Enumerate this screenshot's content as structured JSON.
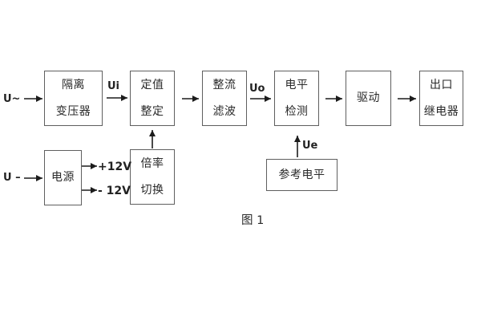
{
  "figure": {
    "caption": "图 1",
    "inputs": {
      "ac_label": "U~",
      "dc_label": "U –"
    },
    "signal_labels": {
      "ui": "Ui",
      "uo": "Uo",
      "ue": "Ue"
    },
    "power_rails": {
      "positive": "+12V",
      "negative": "- 12V"
    },
    "blocks": {
      "isolation_transformer": "隔离\n变压器",
      "value_setting": "定值\n整定",
      "rectifier_filter": "整流\n滤波",
      "level_detection": "电平\n检测",
      "driver": "驱动",
      "output_relay": "出口\n继电器",
      "power_supply": "电源",
      "ratio_switch": "倍率\n切换",
      "reference_level": "参考电平"
    },
    "colors": {
      "background": "#ffffff",
      "box_border": "#5f5f5f",
      "text": "#2a2a2a",
      "line": "#1c1c1c"
    }
  }
}
